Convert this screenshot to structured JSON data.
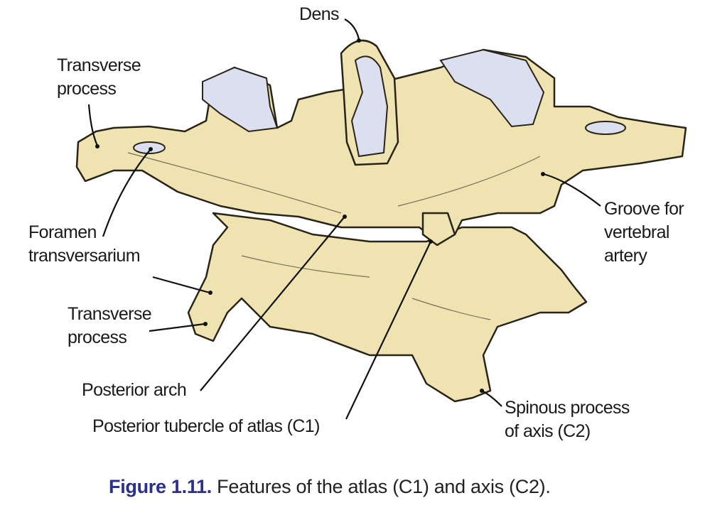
{
  "labels": {
    "dens": "Dens",
    "transverse_process_c1": [
      "Transverse",
      "process"
    ],
    "groove": [
      "Groove for",
      "vertebral",
      "artery"
    ],
    "foramen": [
      "Foramen",
      "transversarium"
    ],
    "transverse_process_c2": [
      "Transverse",
      "process"
    ],
    "posterior_arch": "Posterior arch",
    "posterior_tubercle": "Posterior tubercle of atlas (C1)",
    "spinous_process": [
      "Spinous process",
      "of axis (C2)"
    ]
  },
  "caption": {
    "number": "Figure 1.11.",
    "text": " Features of the atlas (C1) and axis (C2)."
  },
  "colors": {
    "bone": "#efe3b2",
    "facet": "#dcdff0",
    "outline": "#2a2418",
    "caption_accent": "#2b2f8f"
  }
}
